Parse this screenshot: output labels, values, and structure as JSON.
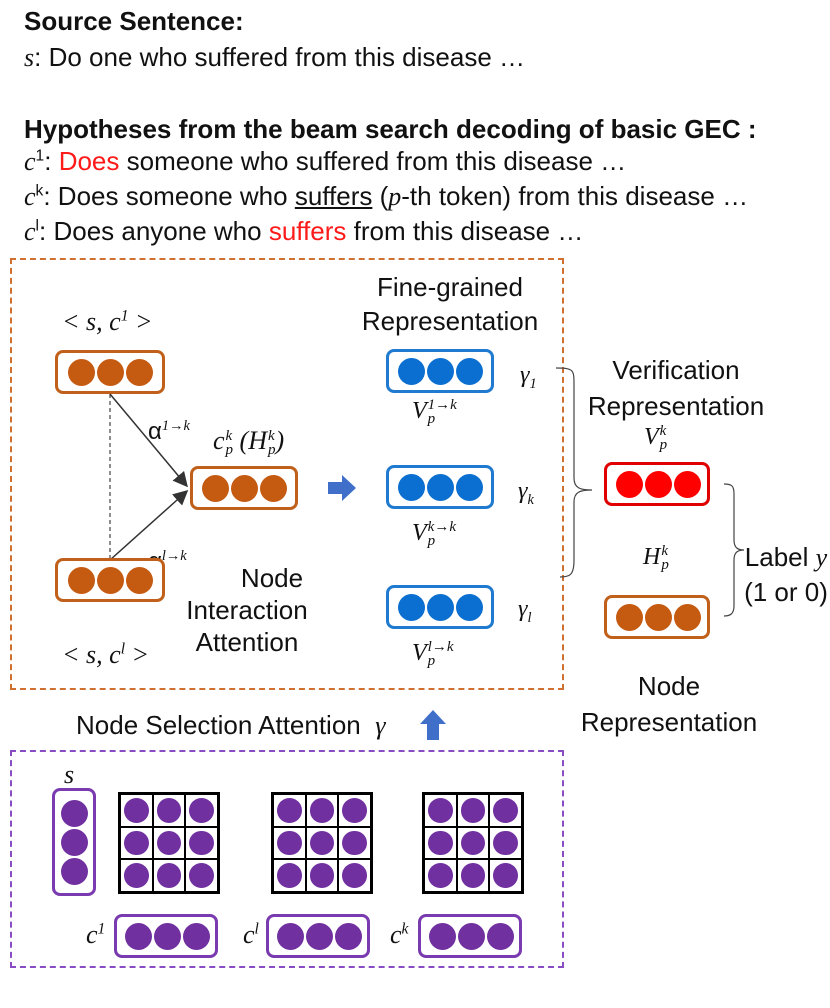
{
  "source": {
    "heading": "Source Sentence:",
    "s_var": "s",
    "s_text": ": Do one who suffered from this disease …"
  },
  "hypotheses": {
    "heading": "Hypotheses from the beam search decoding of basic GEC :",
    "c1": {
      "var": "c",
      "sup": "1",
      "pre": ": ",
      "highlight": "Does",
      "rest": " someone who suffered from this disease …"
    },
    "ck": {
      "var": "c",
      "sup": "k",
      "pre": ": Does someone who ",
      "underlined": "suffers",
      "paren_open": " (",
      "p_var": "p",
      "paren_rest": "-th token) from this disease …"
    },
    "cl": {
      "var": "c",
      "sup": "l",
      "pre": ": Does anyone who ",
      "highlight": "suffers",
      "rest": " from this disease …"
    }
  },
  "diagram": {
    "pair_top": "< s, c",
    "pair_top_sup": "1",
    "pair_bottom": "< s, c",
    "pair_bottom_sup": "l",
    "pair_close": " >",
    "alpha": "α",
    "alpha_top_sup": "1→k",
    "alpha_bottom_sup": "l→k",
    "target_c": "c",
    "target_c_sup": "k",
    "target_c_sub": "p",
    "target_H": "H",
    "node_interaction": [
      "Node",
      "Interaction",
      "Attention"
    ],
    "fine_grained": [
      "Fine-grained",
      "Representation"
    ],
    "V": "V",
    "V_sub": "p",
    "V1_sup": "1→k",
    "Vk_sup": "k→k",
    "Vl_sup": "l→k",
    "gamma": "γ",
    "gamma_subs": [
      "1",
      "k",
      "l"
    ],
    "verification": [
      "Verification",
      "Representation"
    ],
    "verif_sup": "k",
    "H": "H",
    "H_sup": "k",
    "H_sub": "p",
    "label": "Label ",
    "label_var": "y",
    "label_note": "(1 or 0)",
    "node_representation": [
      "Node",
      "Representation"
    ],
    "node_selection": "Node Selection Attention",
    "node_selection_gamma": "γ",
    "s_label": "s",
    "c_label": "c",
    "c_sups": [
      "1",
      "l",
      "k"
    ]
  },
  "colors": {
    "orange": "#c55a11",
    "blue": "#0a6fd0",
    "red": "#ff0000",
    "purple": "#7030a0",
    "arrow_blue": "#3f6fc9"
  }
}
